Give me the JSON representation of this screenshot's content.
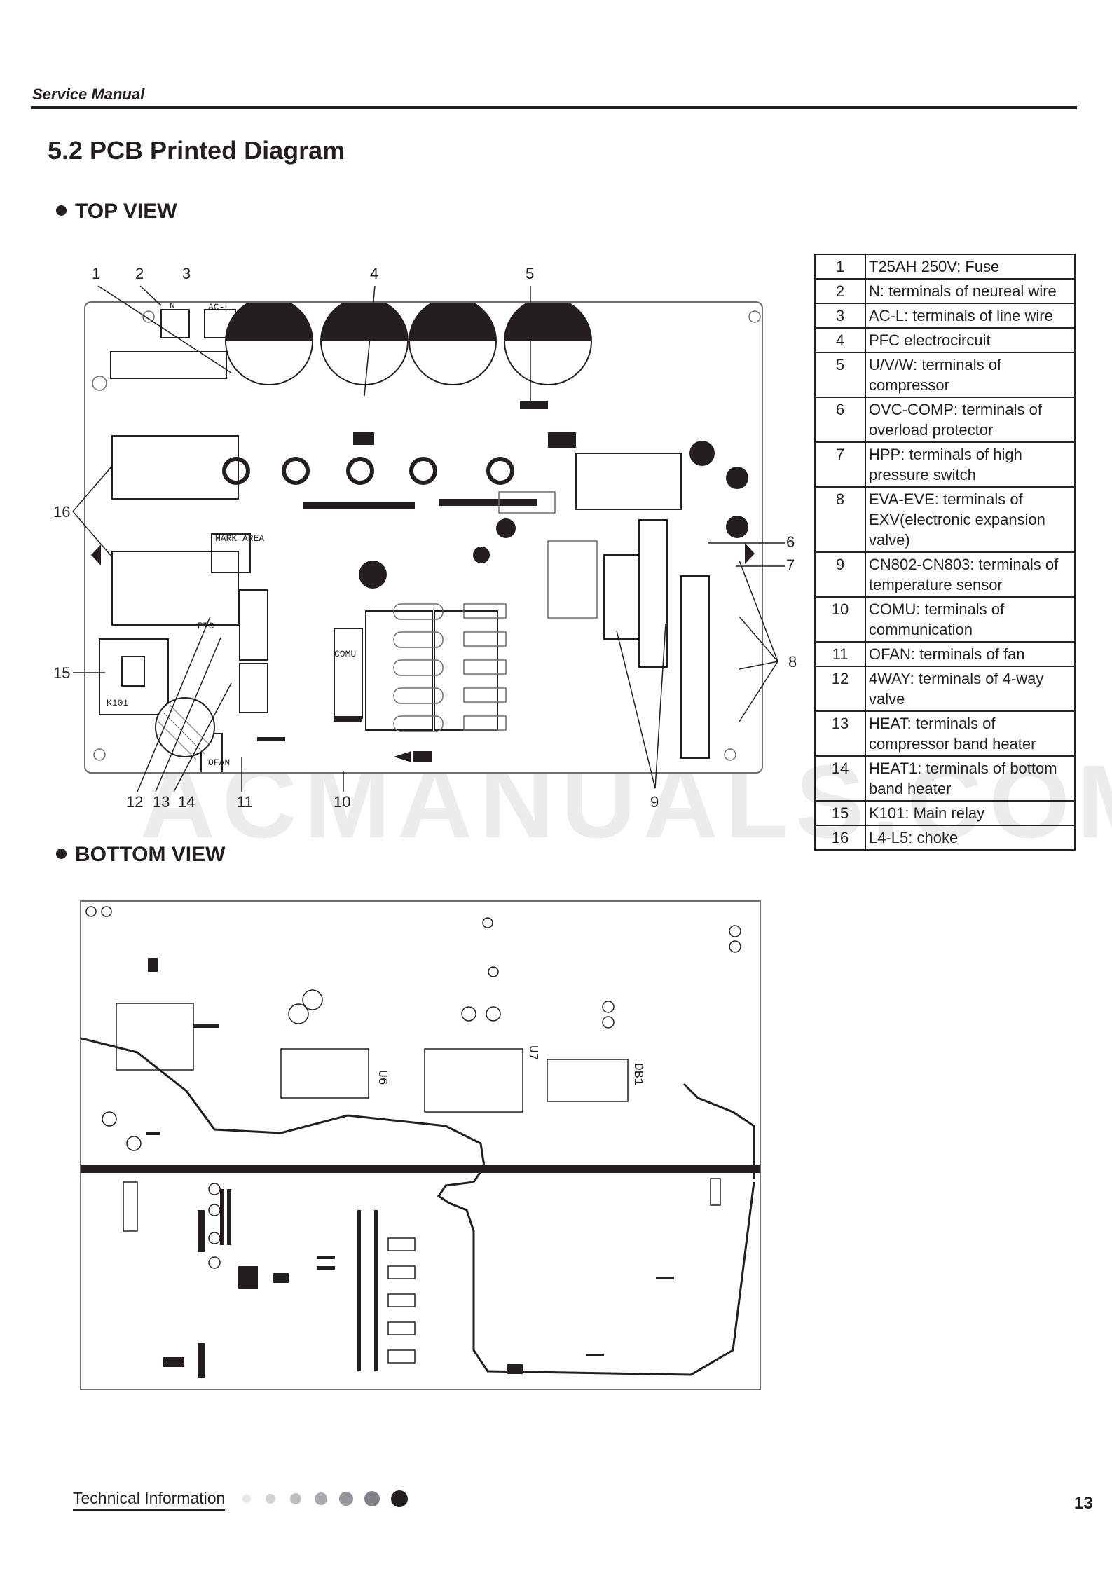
{
  "header": {
    "title": "Service Manual"
  },
  "section": {
    "title": "5.2 PCB Printed Diagram"
  },
  "top_view": {
    "title": "TOP VIEW",
    "callouts": [
      "1",
      "2",
      "3",
      "4",
      "5",
      "6",
      "7",
      "8",
      "9",
      "10",
      "11",
      "12",
      "13",
      "14",
      "15",
      "16"
    ]
  },
  "legend": {
    "rows": [
      {
        "num": "1",
        "text": "T25AH 250V: Fuse"
      },
      {
        "num": "2",
        "text": "N: terminals of neureal wire"
      },
      {
        "num": "3",
        "text": "AC-L: terminals of line wire"
      },
      {
        "num": "4",
        "text": "PFC electrocircuit"
      },
      {
        "num": "5",
        "text": "U/V/W: terminals of compressor"
      },
      {
        "num": "6",
        "text": "OVC-COMP: terminals of overload protector"
      },
      {
        "num": "7",
        "text": "HPP: terminals of high pressure switch"
      },
      {
        "num": "8",
        "text": "EVA-EVE: terminals of EXV(electronic expansion valve)"
      },
      {
        "num": "9",
        "text": "CN802-CN803: terminals of temperature sensor"
      },
      {
        "num": "10",
        "text": "COMU: terminals of communication"
      },
      {
        "num": "11",
        "text": "OFAN: terminals of fan"
      },
      {
        "num": "12",
        "text": "4WAY: terminals of 4-way valve"
      },
      {
        "num": "13",
        "text": "HEAT: terminals of compressor band heater"
      },
      {
        "num": "14",
        "text": "HEAT1: terminals of bottom band heater"
      },
      {
        "num": "15",
        "text": "K101: Main relay"
      },
      {
        "num": "16",
        "text": "L4-L5: choke"
      }
    ]
  },
  "pcb_labels": {
    "ac_l": "AC-L",
    "n": "N",
    "mark_area": "MARK AREA",
    "comu": "COMU",
    "ptc": "PTC",
    "k101": "K101",
    "ofan": "OFAN",
    "u6": "U6",
    "u7": "U7",
    "db1": "DB1"
  },
  "bottom_view": {
    "title": "BOTTOM VIEW"
  },
  "watermark": "ACMANUALS.COM",
  "footer": {
    "label": "Technical Information",
    "page_number": "13",
    "dot_colors": [
      "#e6e7e8",
      "#d1d3d4",
      "#bcbec0",
      "#a7a9ac",
      "#939598",
      "#808285",
      "#231f20"
    ]
  }
}
